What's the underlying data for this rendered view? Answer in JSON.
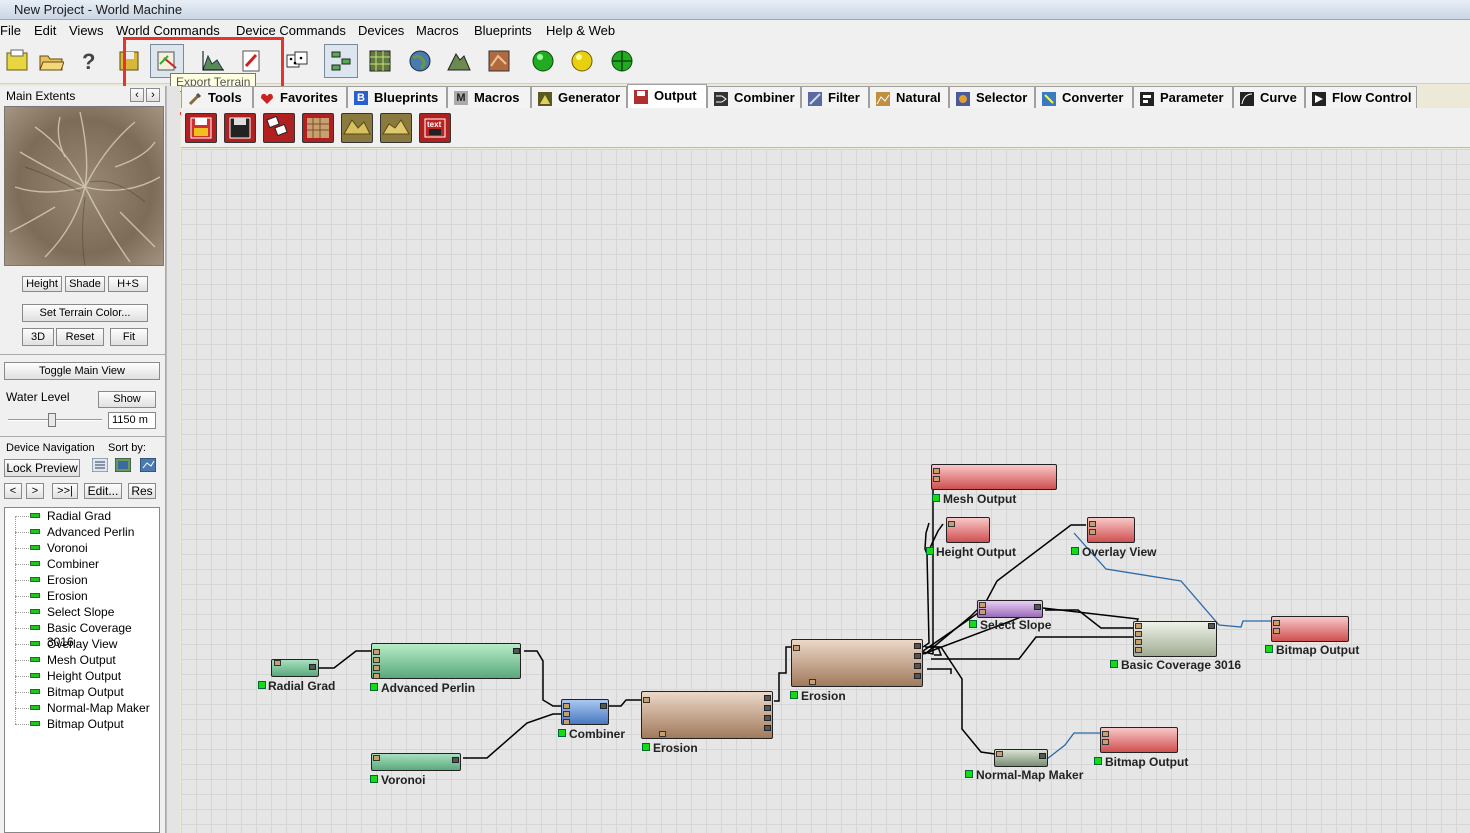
{
  "window": {
    "title": "New Project - World Machine"
  },
  "menu": [
    "File",
    "Edit",
    "Views",
    "World Commands",
    "Device Commands",
    "Devices",
    "Macros",
    "Blueprints",
    "Help & Web"
  ],
  "tooltip": "Export Terrain",
  "left": {
    "preview_title": "Main Extents",
    "view_buttons": [
      "Height",
      "Shade",
      "H+S"
    ],
    "set_color": "Set Terrain Color...",
    "nav_buttons": [
      "3D",
      "Reset",
      "Fit"
    ],
    "toggle_main": "Toggle Main View",
    "water_label": "Water Level",
    "show": "Show",
    "water_value": "1150 m",
    "device_nav": "Device Navigation",
    "sort_by": "Sort by:",
    "lock_preview": "Lock Preview",
    "nav_small": [
      "<",
      ">",
      ">>|"
    ],
    "edit": "Edit...",
    "res": "Res",
    "devices": [
      "Radial Grad",
      "Advanced Perlin",
      "Voronoi",
      "Combiner",
      "Erosion",
      "Erosion",
      "Select Slope",
      "Basic Coverage 3016",
      "Overlay View",
      "Mesh Output",
      "Height Output",
      "Bitmap Output",
      "Normal-Map Maker",
      "Bitmap Output"
    ]
  },
  "tabs": [
    {
      "label": "Tools",
      "color": "#8a6a3a"
    },
    {
      "label": "Favorites",
      "color": "#c22"
    },
    {
      "label": "Blueprints",
      "color": "#2a5fcf",
      "glyph": "B"
    },
    {
      "label": "Macros",
      "color": "#888",
      "glyph": "M"
    },
    {
      "label": "Generator",
      "color": "#7a7a20"
    },
    {
      "label": "Output",
      "color": "#b03030"
    },
    {
      "label": "Combiner",
      "color": "#333"
    },
    {
      "label": "Filter",
      "color": "#5a6aa0"
    },
    {
      "label": "Natural",
      "color": "#c09040"
    },
    {
      "label": "Selector",
      "color": "#4a5a9a"
    },
    {
      "label": "Converter",
      "color": "#3a7ac0"
    },
    {
      "label": "Parameter",
      "color": "#222"
    },
    {
      "label": "Curve",
      "color": "#222"
    },
    {
      "label": "Flow Control",
      "color": "#222"
    }
  ],
  "active_tab": "Output",
  "nodes": [
    {
      "id": "radial",
      "label": "Radial Grad",
      "color": "#7cc49a"
    },
    {
      "id": "perlin",
      "label": "Advanced Perlin",
      "color": "#7fcf9a"
    },
    {
      "id": "voronoi",
      "label": "Voronoi",
      "color": "#80cc98"
    },
    {
      "id": "combiner",
      "label": "Combiner",
      "color": "#6f9edc"
    },
    {
      "id": "erosion1",
      "label": "Erosion",
      "color": "#c9a487"
    },
    {
      "id": "erosion2",
      "label": "Erosion",
      "color": "#c9a487"
    },
    {
      "id": "mesh",
      "label": "Mesh Output",
      "color": "#e07a7a"
    },
    {
      "id": "height",
      "label": "Height Output",
      "color": "#e07a7a"
    },
    {
      "id": "overlay",
      "label": "Overlay View",
      "color": "#e07a7a"
    },
    {
      "id": "slope",
      "label": "Select Slope",
      "color": "#b791c9"
    },
    {
      "id": "coverage",
      "label": "Basic Coverage 3016",
      "color": "#c6d0bd"
    },
    {
      "id": "bitmap1",
      "label": "Bitmap Output",
      "color": "#e07a7a"
    },
    {
      "id": "normal",
      "label": "Normal-Map Maker",
      "color": "#a8b8a4"
    },
    {
      "id": "bitmap2",
      "label": "Bitmap Output",
      "color": "#e07a7a"
    }
  ]
}
